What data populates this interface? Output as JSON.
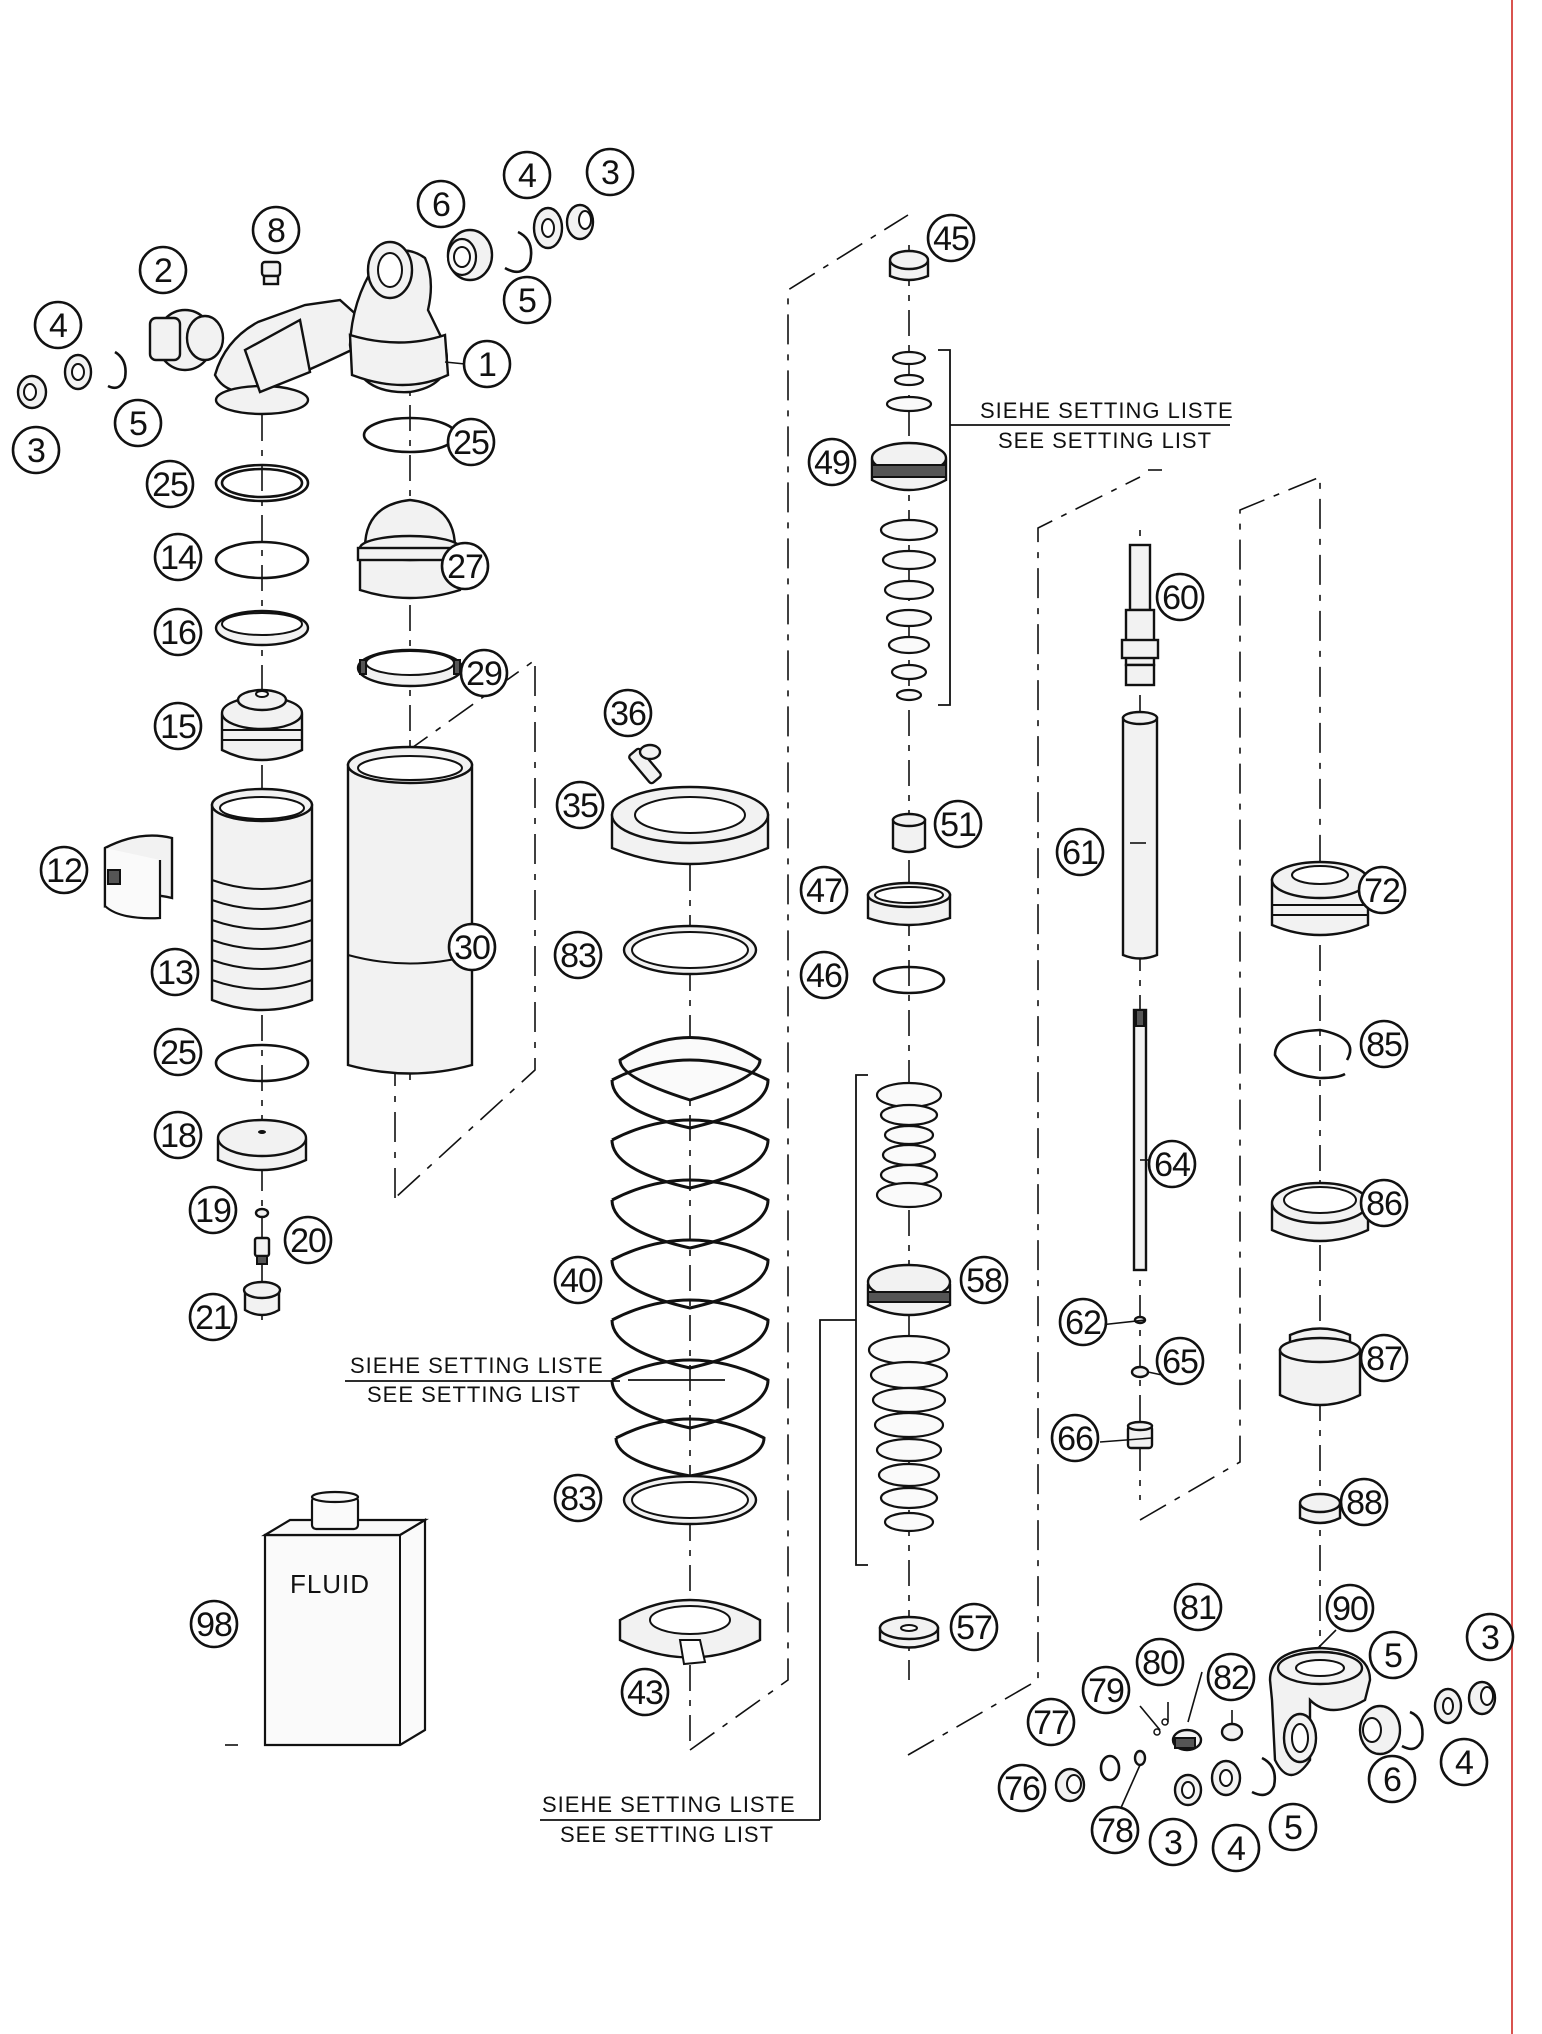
{
  "parts": {
    "p1": "1",
    "p2": "2",
    "p3a": "3",
    "p3b": "3",
    "p3c": "3",
    "p3d": "3",
    "p4a": "4",
    "p4b": "4",
    "p4c": "4",
    "p4d": "4",
    "p5a": "5",
    "p5b": "5",
    "p5c": "5",
    "p5d": "5",
    "p6a": "6",
    "p6b": "6",
    "p8": "8",
    "p12": "12",
    "p13": "13",
    "p14": "14",
    "p15": "15",
    "p16": "16",
    "p18": "18",
    "p19": "19",
    "p20": "20",
    "p21": "21",
    "p25a": "25",
    "p25b": "25",
    "p25c": "25",
    "p27": "27",
    "p29": "29",
    "p30": "30",
    "p35": "35",
    "p36": "36",
    "p40": "40",
    "p43": "43",
    "p45": "45",
    "p46": "46",
    "p47": "47",
    "p49": "49",
    "p51": "51",
    "p57": "57",
    "p58": "58",
    "p60": "60",
    "p61": "61",
    "p62": "62",
    "p64": "64",
    "p65": "65",
    "p66": "66",
    "p72": "72",
    "p76": "76",
    "p77": "77",
    "p78": "78",
    "p79": "79",
    "p80": "80",
    "p81": "81",
    "p82": "82",
    "p83a": "83",
    "p83b": "83",
    "p85": "85",
    "p86": "86",
    "p87": "87",
    "p88": "88",
    "p90": "90",
    "p98": "98"
  },
  "notes": {
    "setting_de": "SIEHE SETTING LISTE",
    "setting_en": "SEE SETTING LIST"
  },
  "fluid_label": "FLUID",
  "colors": {
    "line": "#111111",
    "accent_rule": "#d9534f"
  }
}
